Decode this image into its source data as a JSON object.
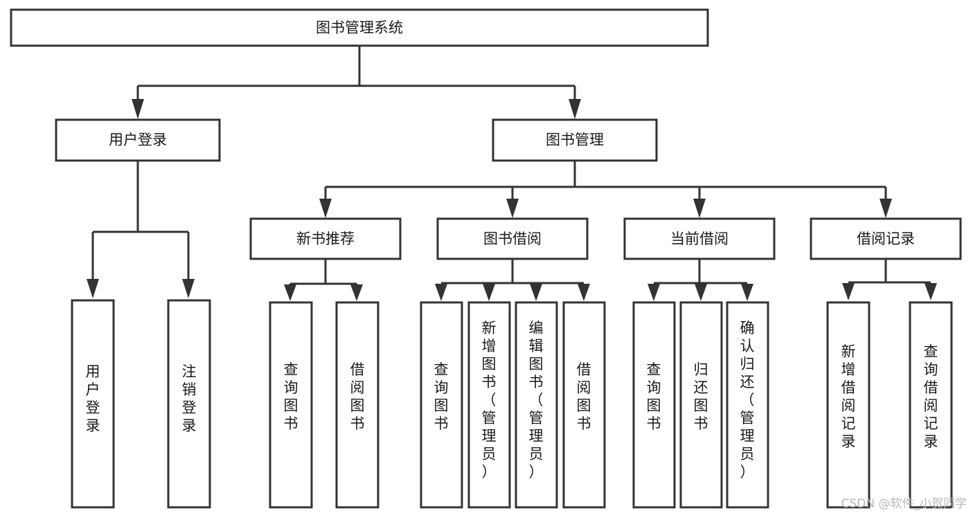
{
  "diagram": {
    "type": "tree-hierarchy-chart",
    "title": "图书管理系统",
    "colors": {
      "background": "#ffffff",
      "box_stroke": "#333333",
      "box_fill": "#ffffff",
      "text": "#1a1a1a",
      "connector": "#333333",
      "watermark": "#b9b9b9"
    },
    "nodes": {
      "root": {
        "label": "图书管理系统",
        "orientation": "horizontal"
      },
      "level2": [
        {
          "id": "user-login",
          "label": "用户登录",
          "orientation": "horizontal"
        },
        {
          "id": "book-management",
          "label": "图书管理",
          "orientation": "horizontal"
        }
      ],
      "level3": [
        {
          "id": "new-book-recommend",
          "label": "新书推荐",
          "orientation": "horizontal"
        },
        {
          "id": "book-borrow",
          "label": "图书借阅",
          "orientation": "horizontal"
        },
        {
          "id": "current-borrow",
          "label": "当前借阅",
          "orientation": "horizontal"
        },
        {
          "id": "borrow-record",
          "label": "借阅记录",
          "orientation": "horizontal"
        }
      ],
      "leaves": [
        {
          "id": "leaf-user-login",
          "label": "用户登录",
          "parent": "user-login",
          "orientation": "vertical"
        },
        {
          "id": "leaf-logout-login",
          "label": "注销登录",
          "parent": "user-login",
          "orientation": "vertical"
        },
        {
          "id": "leaf-query-book-1",
          "label": "查询图书",
          "parent": "new-book-recommend",
          "orientation": "vertical"
        },
        {
          "id": "leaf-borrow-book-1",
          "label": "借阅图书",
          "parent": "new-book-recommend",
          "orientation": "vertical"
        },
        {
          "id": "leaf-query-book-2",
          "label": "查询图书",
          "parent": "book-borrow",
          "orientation": "vertical"
        },
        {
          "id": "leaf-add-book",
          "label": "新增图书（管理员）",
          "parent": "book-borrow",
          "orientation": "vertical"
        },
        {
          "id": "leaf-edit-book",
          "label": "编辑图书（管理员）",
          "parent": "book-borrow",
          "orientation": "vertical"
        },
        {
          "id": "leaf-borrow-book-2",
          "label": "借阅图书",
          "parent": "book-borrow",
          "orientation": "vertical"
        },
        {
          "id": "leaf-query-book-3",
          "label": "查询图书",
          "parent": "current-borrow",
          "orientation": "vertical"
        },
        {
          "id": "leaf-return-book",
          "label": "归还图书",
          "parent": "current-borrow",
          "orientation": "vertical"
        },
        {
          "id": "leaf-confirm-return",
          "label": "确认归还（管理员）",
          "parent": "current-borrow",
          "orientation": "vertical"
        },
        {
          "id": "leaf-add-record",
          "label": "新增借阅记录",
          "parent": "borrow-record",
          "orientation": "vertical"
        },
        {
          "id": "leaf-query-record",
          "label": "查询借阅记录",
          "parent": "borrow-record",
          "orientation": "vertical"
        }
      ]
    }
  },
  "watermark": {
    "text": "CSDN @软件_小贺同学"
  }
}
